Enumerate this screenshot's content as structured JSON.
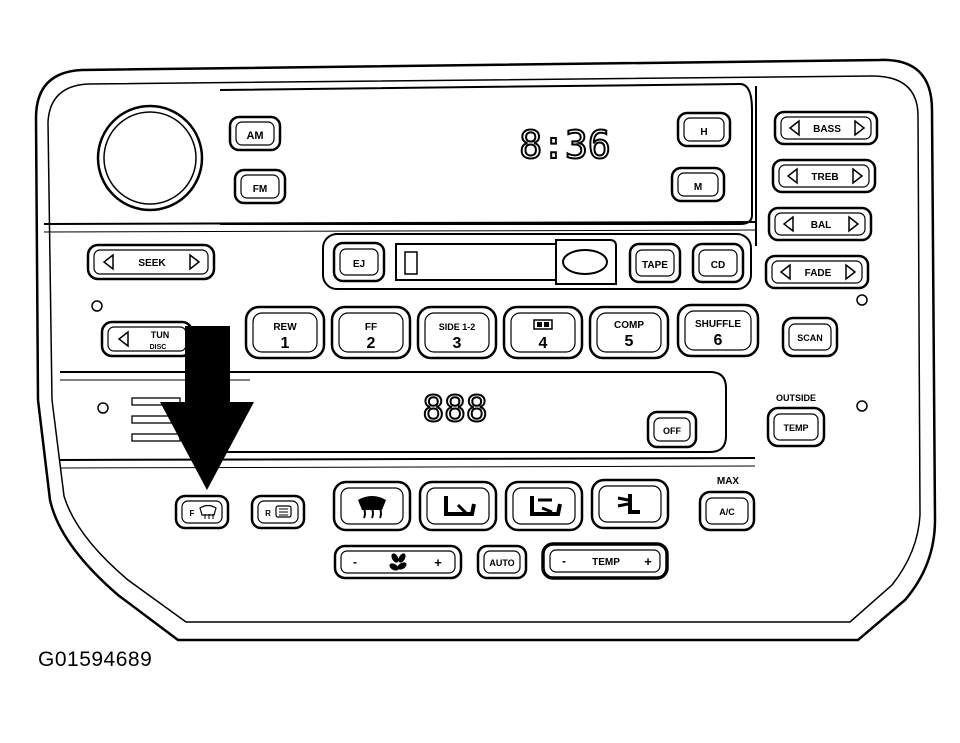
{
  "display": {
    "clock": "8:36",
    "temp": "888"
  },
  "radio": {
    "am": "AM",
    "fm": "FM",
    "h": "H",
    "m": "M",
    "seek": "SEEK",
    "tune": "TUN",
    "tune2": "DISC",
    "scan": "SCAN",
    "ej": "EJ",
    "tape": "TAPE",
    "cd": "CD"
  },
  "presets": [
    {
      "top": "REW",
      "num": "1"
    },
    {
      "top": "FF",
      "num": "2"
    },
    {
      "top": "SIDE 1-2",
      "num": "3"
    },
    {
      "top": "",
      "num": "4"
    },
    {
      "top": "COMP",
      "num": "5"
    },
    {
      "top": "SHUFFLE",
      "num": "6"
    }
  ],
  "audio": {
    "bass": "BASS",
    "treb": "TREB",
    "bal": "BAL",
    "fade": "FADE"
  },
  "climate": {
    "outside": "OUTSIDE",
    "temp_btn": "TEMP",
    "off": "OFF",
    "front_defrost": "F",
    "rear_defrost": "R",
    "max": "MAX",
    "ac": "A/C",
    "auto": "AUTO",
    "temp_slider": "TEMP",
    "minus": "-",
    "plus": "+"
  },
  "figure_id": "G01594689",
  "icons": {
    "pointer": "arrow-down-icon",
    "front_defrost": "front-defrost-icon",
    "rear_defrost": "rear-defrost-icon"
  }
}
